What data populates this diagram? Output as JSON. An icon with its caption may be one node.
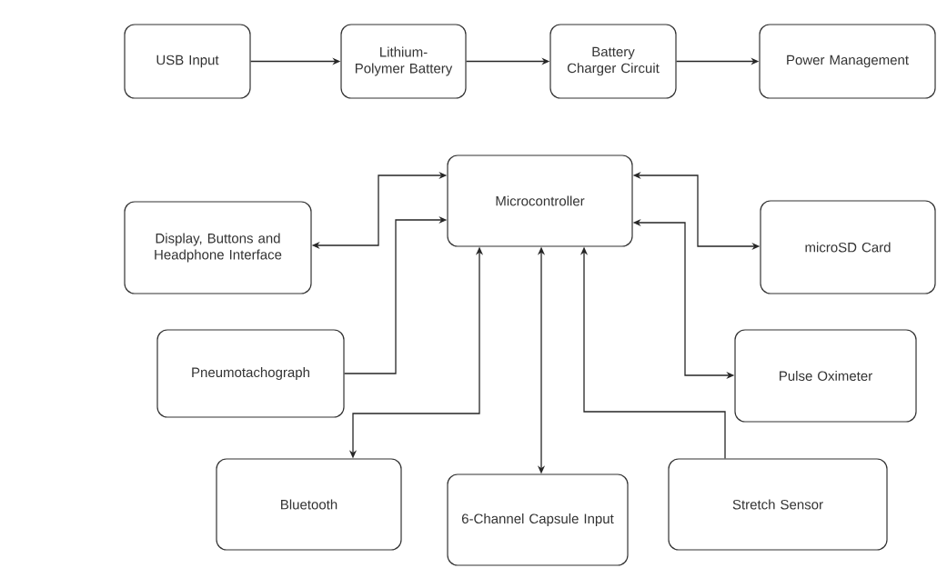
{
  "diagram": {
    "nodes": [
      {
        "text": [
          "USB Input"
        ]
      },
      {
        "text": [
          "Lithium-Polymer Battery"
        ]
      },
      {
        "text": [
          "Battery Charger Circuit"
        ]
      },
      {
        "text": [
          "Power Management"
        ]
      },
      {
        "text": [
          "Microcontroller"
        ]
      },
      {
        "text": [
          "Display, Buttons and Headphone Interface"
        ]
      },
      {
        "text": [
          "microSD Card"
        ]
      },
      {
        "text": [
          "Pneumotachograph"
        ]
      },
      {
        "text": [
          "Pulse Oximeter"
        ]
      },
      {
        "text": [
          "Bluetooth"
        ]
      },
      {
        "text": [
          "6-Channel Capsule Input"
        ]
      },
      {
        "text": [
          "Stretch Sensor"
        ]
      }
    ],
    "edges": [
      {
        "from": 0,
        "to": 1,
        "arrow": "to"
      },
      {
        "from": 1,
        "to": 2,
        "arrow": "to"
      },
      {
        "from": 2,
        "to": 3,
        "arrow": "to"
      },
      {
        "from": 4,
        "to": 5,
        "arrow": "both"
      },
      {
        "from": 7,
        "to": 4,
        "arrow": "to"
      },
      {
        "from": 4,
        "to": 6,
        "arrow": "both"
      },
      {
        "from": 4,
        "to": 8,
        "arrow": "both"
      },
      {
        "from": 4,
        "to": 9,
        "arrow": "both"
      },
      {
        "from": 4,
        "to": 10,
        "arrow": "both"
      },
      {
        "from": 11,
        "to": 4,
        "arrow": "to"
      }
    ]
  }
}
